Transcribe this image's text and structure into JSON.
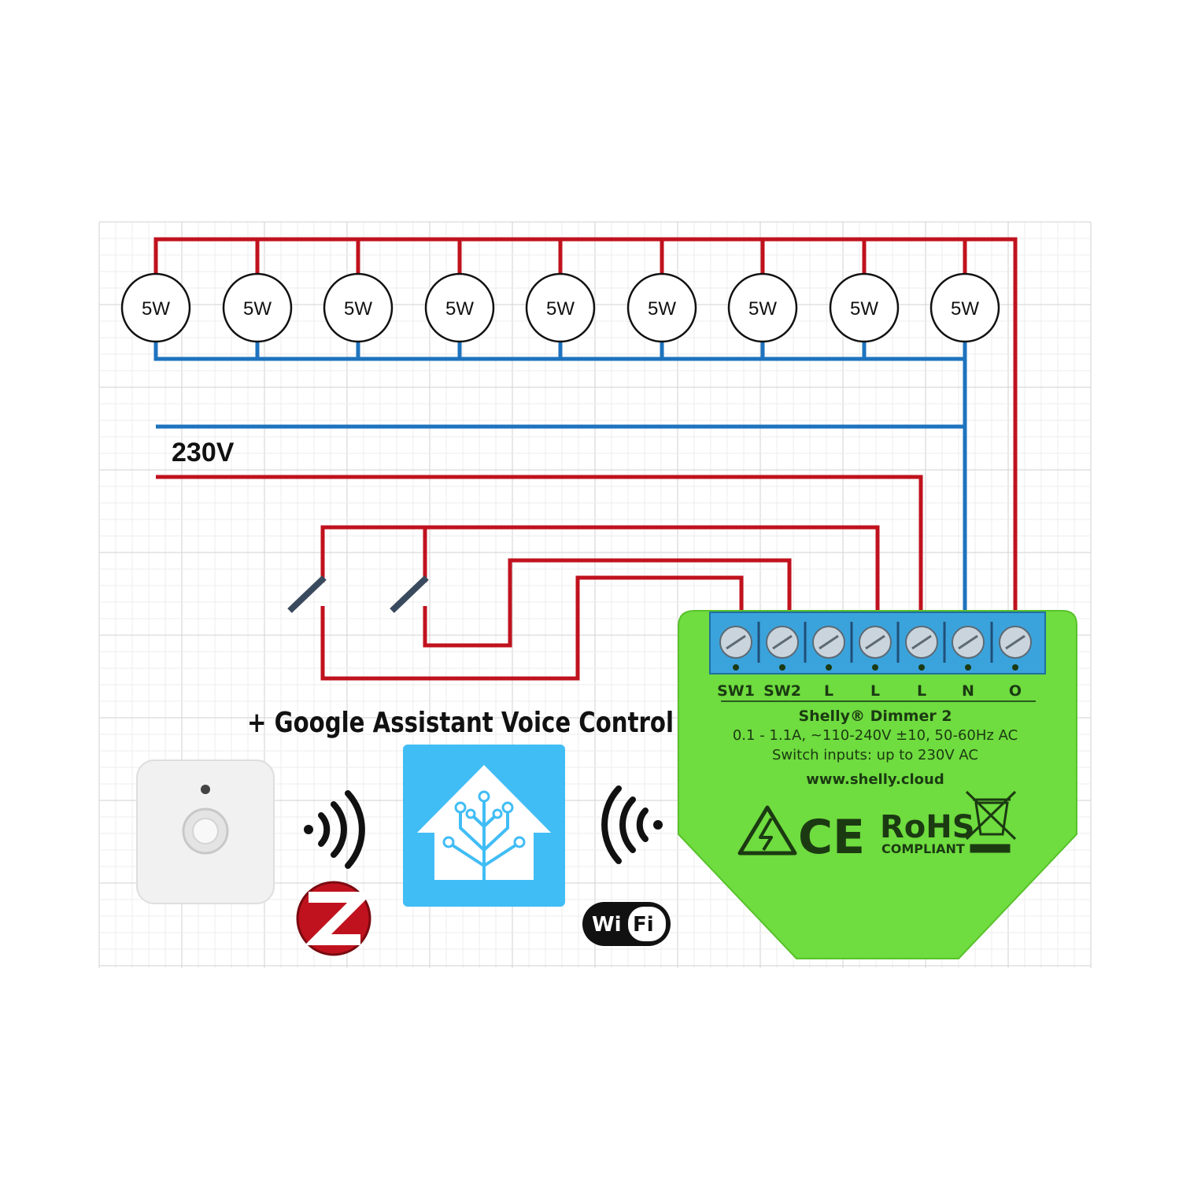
{
  "lamps": [
    {
      "label": "5W"
    },
    {
      "label": "5W"
    },
    {
      "label": "5W"
    },
    {
      "label": "5W"
    },
    {
      "label": "5W"
    },
    {
      "label": "5W"
    },
    {
      "label": "5W"
    },
    {
      "label": "5W"
    },
    {
      "label": "5W"
    }
  ],
  "supply_label": "230V",
  "voice_title": "+ Google Assistant Voice Control",
  "device": {
    "terminals": [
      "SW1",
      "SW2",
      "L",
      "L",
      "L",
      "N",
      "O"
    ],
    "name": "Shelly® Dimmer 2",
    "spec_rating": "0.1 - 1.1A, ~110-240V ±10, 50-60Hz AC",
    "spec_inputs": "Switch inputs: up to 230V AC",
    "url": "www.shelly.cloud",
    "mark_ce": "CE",
    "mark_rohs": "RoHS",
    "mark_compliant": "COMPLIANT"
  },
  "wifi_logo": {
    "left": "Wi",
    "right": "Fi"
  },
  "colors": {
    "live": "#c0121e",
    "neutral": "#1e73be",
    "device_green": "#6fdc3f",
    "terminal_blue": "#3ba3dc",
    "ha_blue": "#41bdf5"
  }
}
